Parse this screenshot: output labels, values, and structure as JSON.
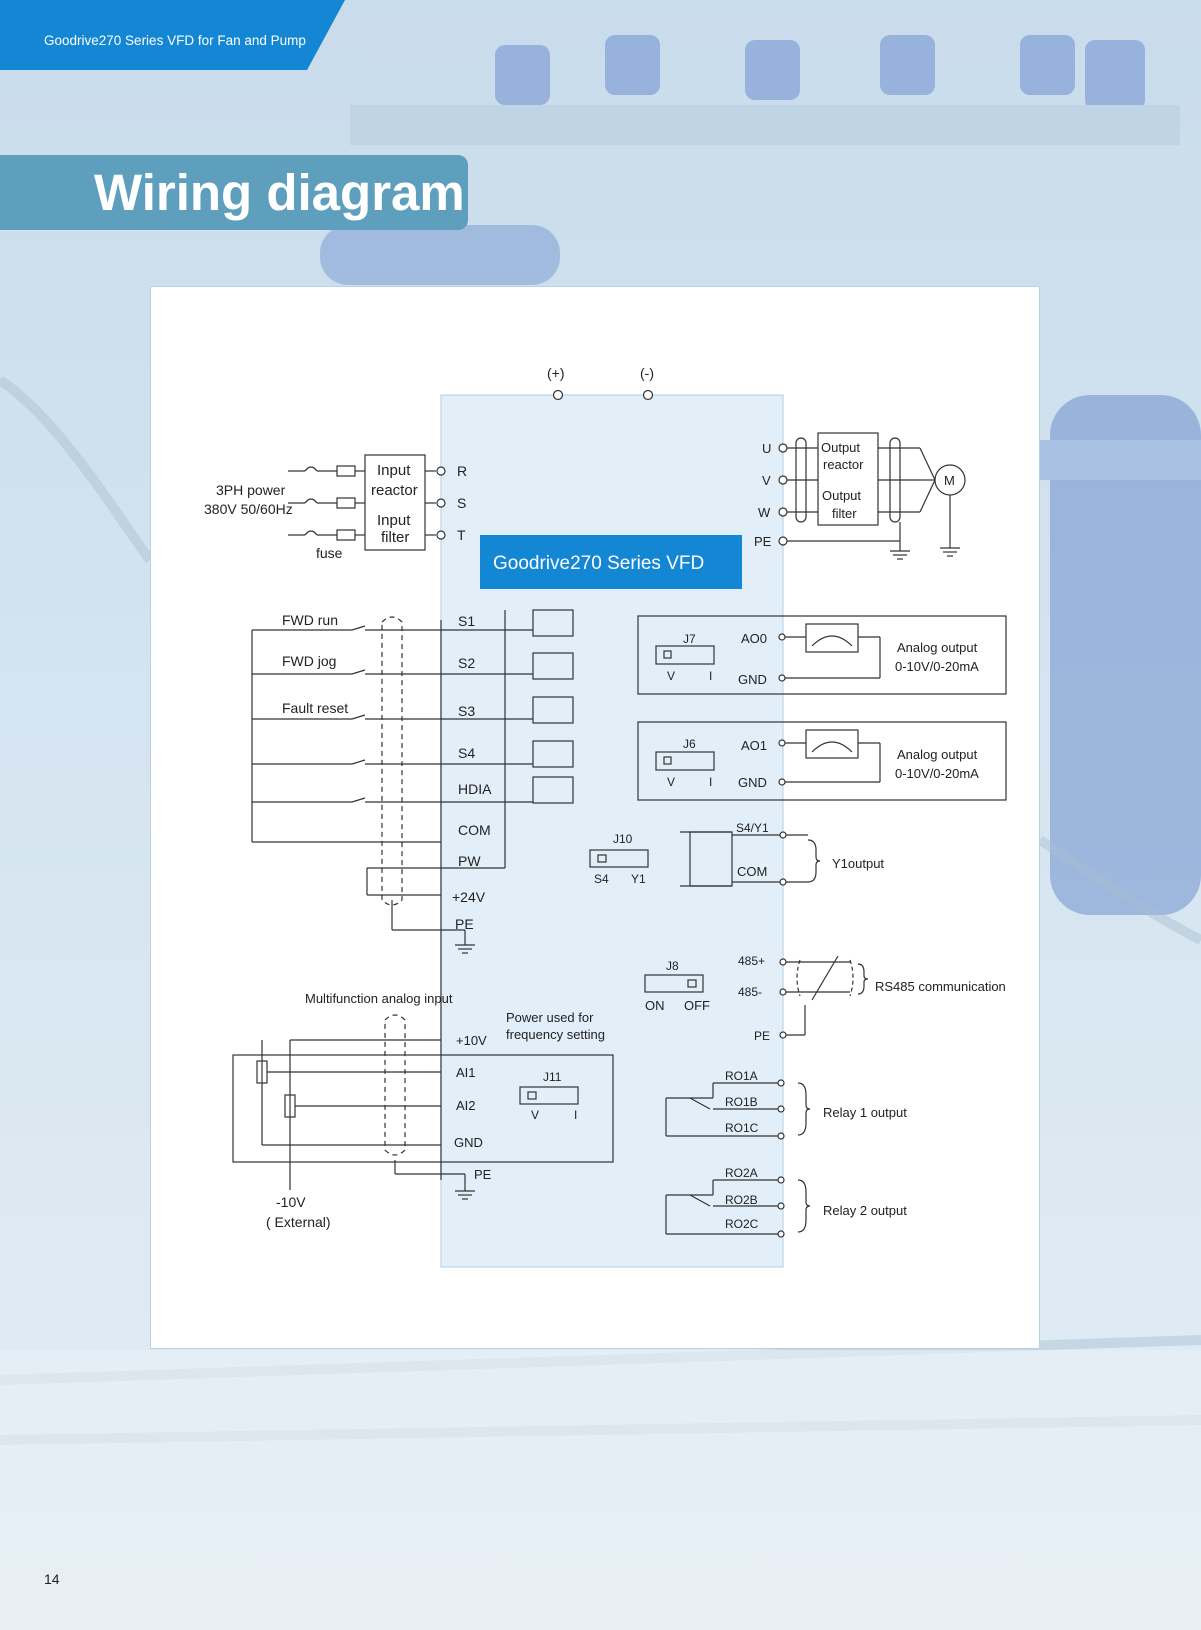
{
  "header": {
    "series_tab": "Goodrive270 Series VFD for Fan and Pump"
  },
  "page_title": "Wiring diagram",
  "page_number": "14",
  "colors": {
    "brand_blue": "#1487d4",
    "title_band": "#5f9fbe",
    "vfd_box_fill": "#e2eff8"
  },
  "diagram": {
    "vfd_label": "Goodrive270 Series VFD",
    "dc_plus": "(+)",
    "dc_minus": "(-)",
    "power": {
      "line1": "3PH power",
      "line2": "380V 50/60Hz",
      "fuse": "fuse"
    },
    "input_reactor": [
      "Input",
      "reactor"
    ],
    "input_filter": [
      "Input",
      "filter"
    ],
    "input_terminals": [
      "R",
      "S",
      "T"
    ],
    "output_terminals": [
      "U",
      "V",
      "W",
      "PE"
    ],
    "output_reactor": [
      "Output",
      "reactor"
    ],
    "output_filter": [
      "Output",
      "filter"
    ],
    "motor": "M",
    "digital_labels": [
      "FWD run",
      "FWD jog",
      "Fault reset"
    ],
    "digital_terminals": [
      "S1",
      "S2",
      "S3",
      "S4",
      "HDIA",
      "COM",
      "PW",
      "+24V",
      "PE"
    ],
    "ao_blocks": [
      {
        "jumper": "J7",
        "v": "V",
        "i": "I",
        "out": "AO0",
        "gnd": "GND",
        "label1": "Analog output",
        "label2": "0-10V/0-20mA"
      },
      {
        "jumper": "J6",
        "v": "V",
        "i": "I",
        "out": "AO1",
        "gnd": "GND",
        "label1": "Analog output",
        "label2": "0-10V/0-20mA"
      }
    ],
    "j10": {
      "name": "J10",
      "left": "S4",
      "right": "Y1"
    },
    "y1": {
      "top": "S4/Y1",
      "com": "COM",
      "label": "Y1output"
    },
    "j8": {
      "name": "J8",
      "on": "ON",
      "off": "OFF"
    },
    "rs485": {
      "plus": "485+",
      "minus": "485-",
      "pe": "PE",
      "label": "RS485 communication"
    },
    "analog_input": {
      "title": "Multifunction analog input",
      "power_note1": "Power used for",
      "power_note2": "frequency setting",
      "terminals": [
        "+10V",
        "AI1",
        "AI2",
        "GND",
        "PE"
      ],
      "j11": {
        "name": "J11",
        "v": "V",
        "i": "I"
      },
      "neg": "-10V",
      "external": "( External)"
    },
    "relay1": {
      "terminals": [
        "RO1A",
        "RO1B",
        "RO1C"
      ],
      "label": "Relay 1 output"
    },
    "relay2": {
      "terminals": [
        "RO2A",
        "RO2B",
        "RO2C"
      ],
      "label": "Relay 2 output"
    }
  }
}
